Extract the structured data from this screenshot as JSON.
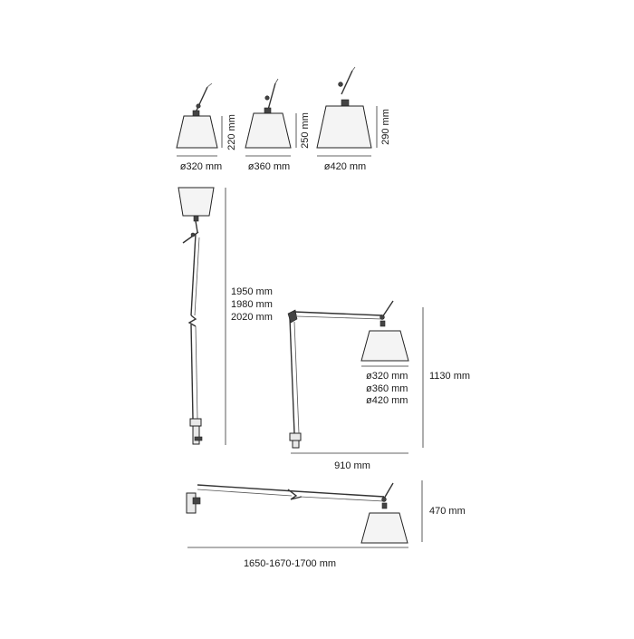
{
  "shades": {
    "small": {
      "height": "220 mm",
      "diameter": "ø320 mm"
    },
    "medium": {
      "height": "250 mm",
      "diameter": "ø360 mm"
    },
    "large": {
      "height": "290 mm",
      "diameter": "ø420 mm"
    }
  },
  "floor_view": {
    "heights": [
      "1950 mm",
      "1980 mm",
      "2020 mm"
    ]
  },
  "table_view": {
    "diameters": [
      "ø320 mm",
      "ø360 mm",
      "ø420 mm"
    ],
    "height": "1130 mm",
    "reach": "910 mm"
  },
  "wall_view": {
    "height": "470 mm",
    "reach": "1650-1670-1700 mm"
  },
  "colors": {
    "line": "#222222",
    "shade_fill": "#f4f4f4"
  }
}
